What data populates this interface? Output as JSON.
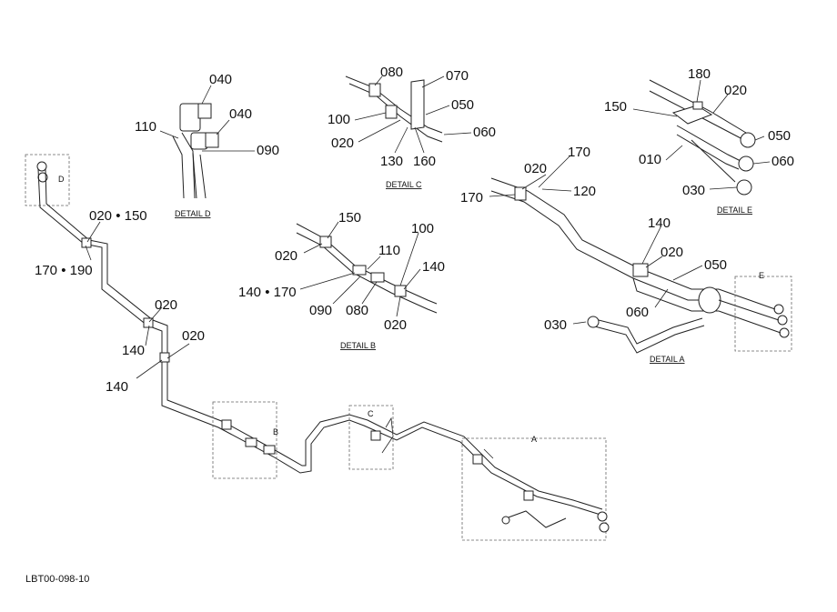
{
  "drawing_code": "LBT00-098-10",
  "detail_captions": {
    "a": "DETAIL A",
    "b": "DETAIL B",
    "c": "DETAIL C",
    "d": "DETAIL D",
    "e": "DETAIL E"
  },
  "zone_letters": {
    "a": "A",
    "b": "B",
    "c": "C",
    "d": "D",
    "e": "E"
  },
  "callouts": {
    "main_020_150": "020 • 150",
    "main_170_190": "170 • 190",
    "main_020_a": "020",
    "main_140_a": "140",
    "main_020_b": "020",
    "main_140_b": "140",
    "d_040_a": "040",
    "d_040_b": "040",
    "d_110": "110",
    "d_090": "090",
    "c_080": "080",
    "c_070": "070",
    "c_050": "050",
    "c_100": "100",
    "c_060": "060",
    "c_020": "020",
    "c_130": "130",
    "c_160": "160",
    "b_150": "150",
    "b_100": "100",
    "b_020_a": "020",
    "b_110": "110",
    "b_140": "140",
    "b_140_170": "140 • 170",
    "b_090": "090",
    "b_080": "080",
    "b_020_b": "020",
    "e_180": "180",
    "e_020": "020",
    "e_150": "150",
    "e_050": "050",
    "e_010": "010",
    "e_060": "060",
    "e_030": "030",
    "a_020_a": "020",
    "a_170_a": "170",
    "a_120": "120",
    "a_170_b": "170",
    "a_140": "140",
    "a_020_b": "020",
    "a_050": "050",
    "a_060": "060",
    "a_030": "030"
  }
}
